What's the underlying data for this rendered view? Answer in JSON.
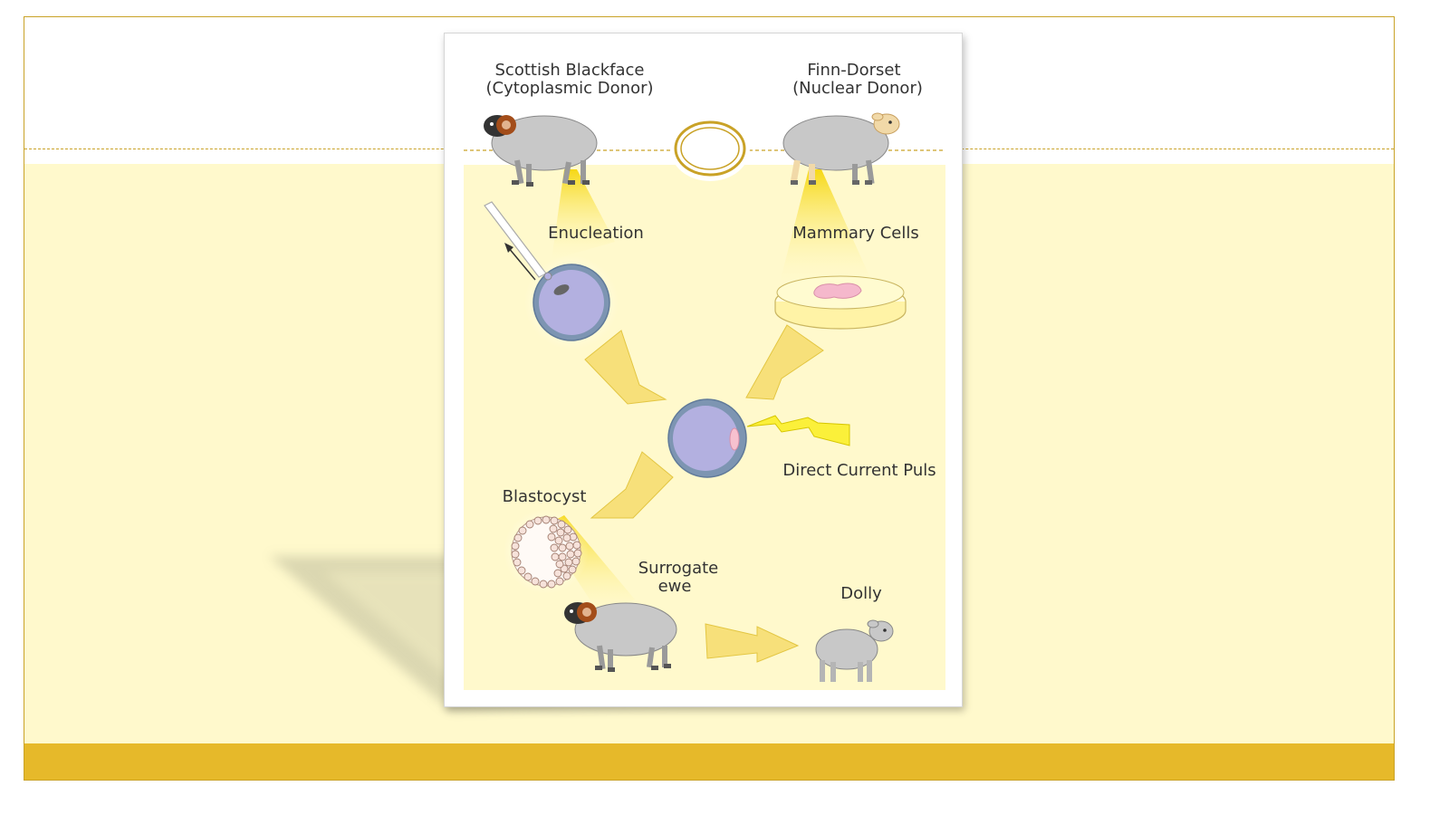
{
  "diagram": {
    "labels": {
      "cytoplasmic_donor_name": "Scottish Blackface",
      "cytoplasmic_donor_role": "(Cytoplasmic Donor)",
      "nuclear_donor_name": "Finn-Dorset",
      "nuclear_donor_role": "(Nuclear Donor)",
      "enucleation": "Enucleation",
      "mammary_cells": "Mammary Cells",
      "direct_current": "Direct Current Puls",
      "blastocyst": "Blastocyst",
      "surrogate_line1": "Surrogate",
      "surrogate_line2": "ewe",
      "dolly": "Dolly"
    }
  },
  "colors": {
    "frame_border": "#c9a227",
    "lower_band": "#fff9cc",
    "bottom_bar": "#e6b92a",
    "egg_fill": "#b3b0e0",
    "egg_ring": "#7d95b2",
    "arrow_fill": "#f7e07a",
    "sheep_body": "#c8c8c8",
    "ram_horn": "#a34d1a",
    "nucleus_pink": "#f7c1cf"
  }
}
